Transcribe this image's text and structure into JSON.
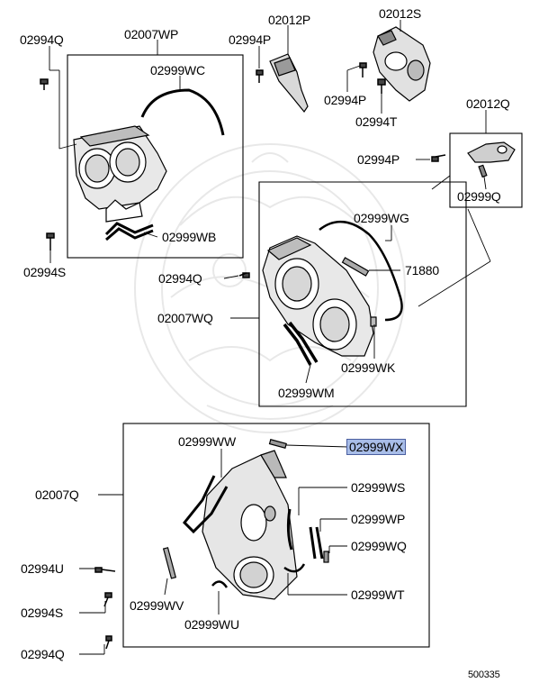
{
  "diagram": {
    "watermark": "",
    "catalog_number": "500335",
    "highlight_color": "#a8bde8",
    "labels": {
      "p02994q_top": "02994Q",
      "p02007wp": "02007WP",
      "p02994p_top": "02994P",
      "p02012p": "02012P",
      "p02012s": "02012S",
      "p02999wc": "02999WC",
      "p02994p_mid": "02994P",
      "p02994t": "02994T",
      "p02012q": "02012Q",
      "p02994p_right": "02994P",
      "p02999q": "02999Q",
      "p02999wb": "02999WB",
      "p02999wg": "02999WG",
      "p02994s_top": "02994S",
      "p71880": "71880",
      "p02994q_mid": "02994Q",
      "p02007wq": "02007WQ",
      "p02999wk": "02999WK",
      "p02999wm": "02999WM",
      "p02999ww": "02999WW",
      "p02999wx": "02999WX",
      "p02007q": "02007Q",
      "p02999ws": "02999WS",
      "p02999wp": "02999WP",
      "p02994u": "02994U",
      "p02999wq": "02999WQ",
      "p02994s_bot": "02994S",
      "p02999wv": "02999WV",
      "p02999wt": "02999WT",
      "p02999wu": "02999WU",
      "p02994q_bot": "02994Q"
    }
  }
}
